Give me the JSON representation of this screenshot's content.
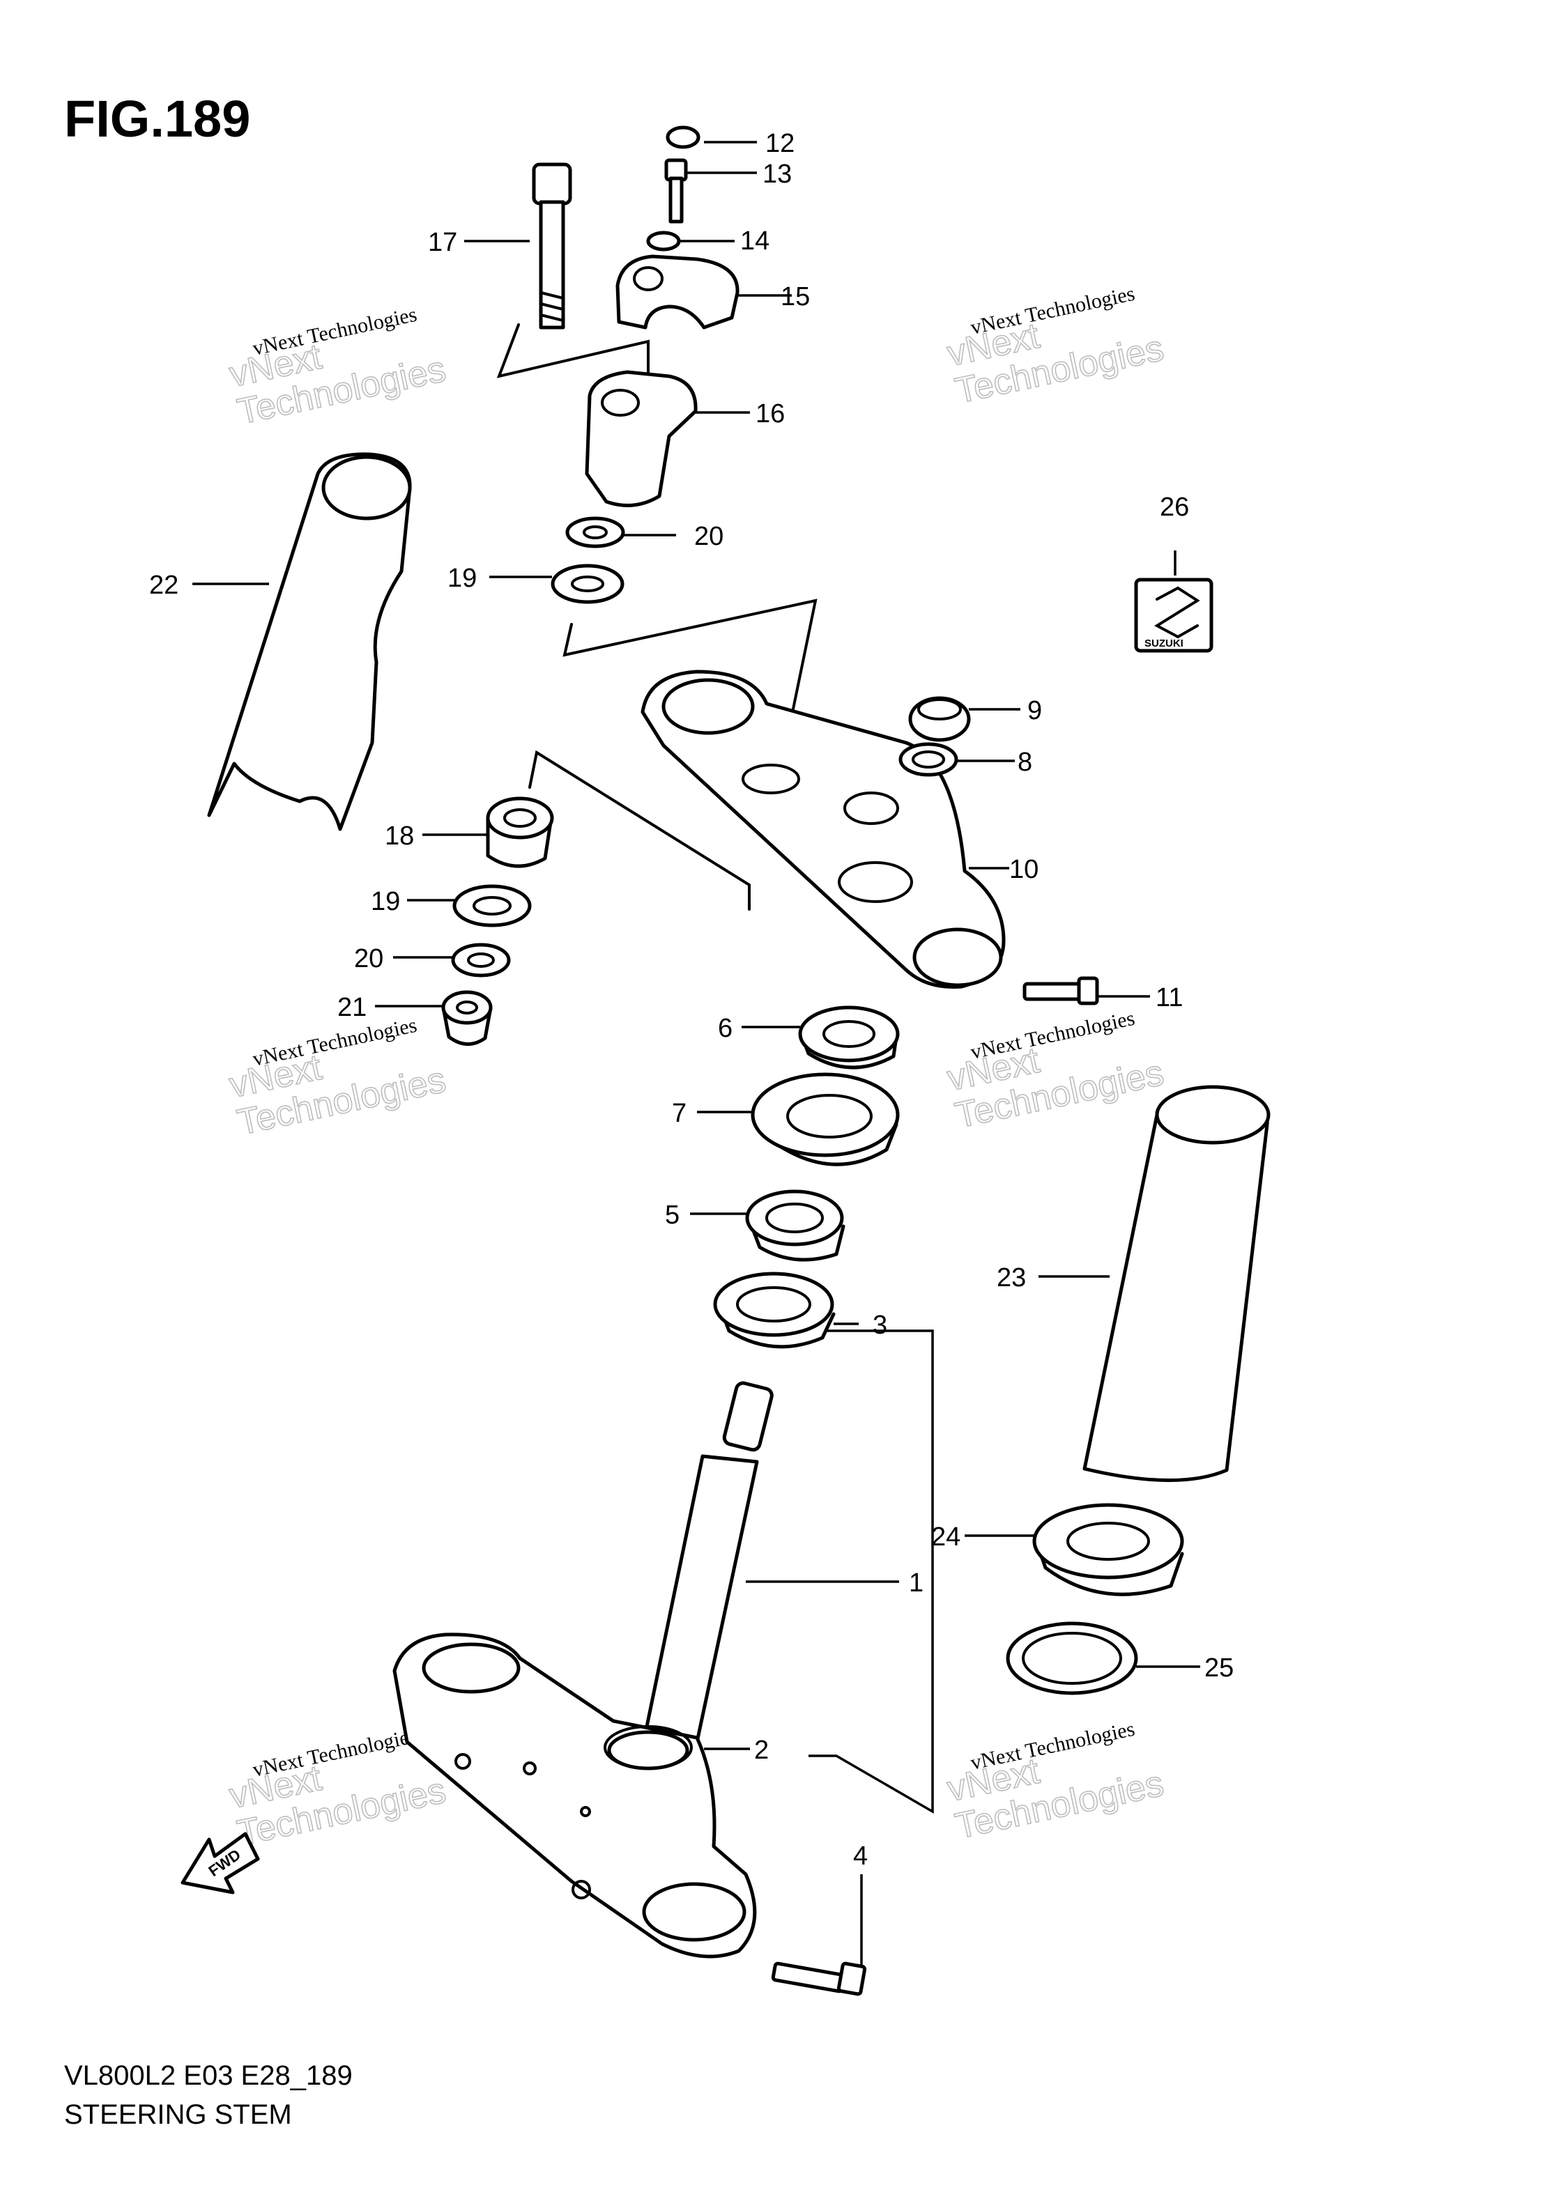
{
  "figure": {
    "title": "FIG.189",
    "model_code": "VL800L2 E03 E28_189",
    "section_name": "STEERING STEM"
  },
  "watermark": {
    "line1": "vNext Technologies",
    "line2": "vNext\nTechnologies"
  },
  "badge": {
    "text": "SUZUKI"
  },
  "direction_arrow": {
    "text": "FWD"
  },
  "callouts": [
    "1",
    "2",
    "3",
    "4",
    "5",
    "6",
    "7",
    "8",
    "9",
    "10",
    "11",
    "12",
    "13",
    "14",
    "15",
    "16",
    "17",
    "18",
    "19",
    "19",
    "20",
    "20",
    "21",
    "22",
    "23",
    "24",
    "25",
    "26"
  ]
}
